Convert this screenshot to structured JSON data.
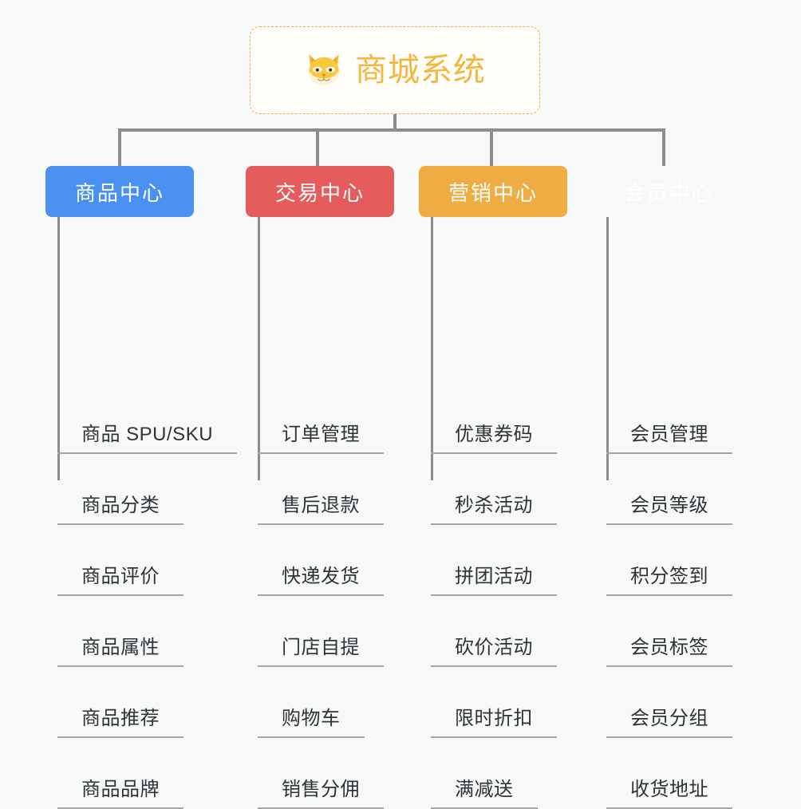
{
  "background_color": "#f7f8f8",
  "root": {
    "title": "商城系统",
    "icon": "shiba-dog-icon",
    "text_color": "#f3b73f",
    "border_color": "#f0b03c"
  },
  "connector_color": "#8c8c8c",
  "columns": [
    {
      "id": "product-center",
      "label": "商品中心",
      "color": "#4a90f2",
      "items": [
        "商品 SPU/SKU",
        "商品分类",
        "商品评价",
        "商品属性",
        "商品推荐",
        "商品品牌"
      ]
    },
    {
      "id": "trade-center",
      "label": "交易中心",
      "color": "#e45c5c",
      "items": [
        "订单管理",
        "售后退款",
        "快递发货",
        "门店自提",
        "购物车",
        "销售分佣"
      ]
    },
    {
      "id": "marketing-center",
      "label": "营销中心",
      "color": "#eeac42",
      "items": [
        "优惠券码",
        "秒杀活动",
        "拼团活动",
        "砍价活动",
        "限时折扣",
        "满减送"
      ]
    },
    {
      "id": "member-center",
      "label": "会员中心",
      "color": "#78c council"
    }
  ]
}
